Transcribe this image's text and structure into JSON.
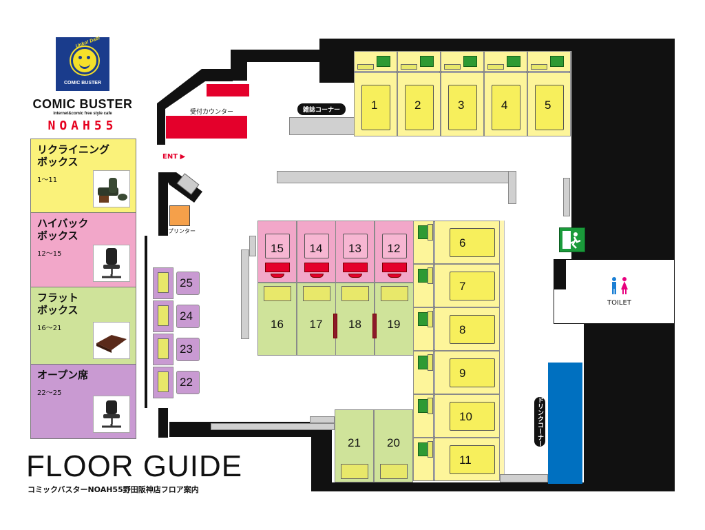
{
  "brand": {
    "logo_text": "COMIC BUSTER",
    "logo_script": "Unko! Dab!",
    "name": "COMIC BUSTER",
    "tagline": "internet&comic free style cafe",
    "store": "NOAH55"
  },
  "legend": [
    {
      "title": "リクライニング\nボックス",
      "range": "1〜11",
      "color": "#faf27a",
      "icon": "recliner-chair-icon"
    },
    {
      "title": "ハイバック\nボックス",
      "range": "12〜15",
      "color": "#f2a7c9",
      "icon": "high-back-chair-icon"
    },
    {
      "title": "フラット\nボックス",
      "range": "16〜21",
      "color": "#cfe39a",
      "icon": "flat-mat-icon"
    },
    {
      "title": "オープン席",
      "range": "22〜25",
      "color": "#c99ad2",
      "icon": "office-chair-icon"
    }
  ],
  "labels": {
    "reception": "受付カウンター",
    "magazine": "雑誌コーナー",
    "entrance": "ENT ▶",
    "printer": "プリンター",
    "toilet": "TOILET",
    "drink": "ドリンクコーナー"
  },
  "seats": {
    "recliner_top": [
      "1",
      "2",
      "3",
      "4",
      "5"
    ],
    "recliner_right": [
      "6",
      "7",
      "8",
      "9",
      "10",
      "11"
    ],
    "highback": [
      "15",
      "14",
      "13",
      "12"
    ],
    "flat_mid": [
      "16",
      "17",
      "18",
      "19"
    ],
    "flat_bottom": [
      "21",
      "20"
    ],
    "open": [
      "25",
      "24",
      "23",
      "22"
    ]
  },
  "footer": {
    "title": "FLOOR GUIDE",
    "subtitle": "コミックバスターNOAH55野田阪神店フロア案内"
  }
}
